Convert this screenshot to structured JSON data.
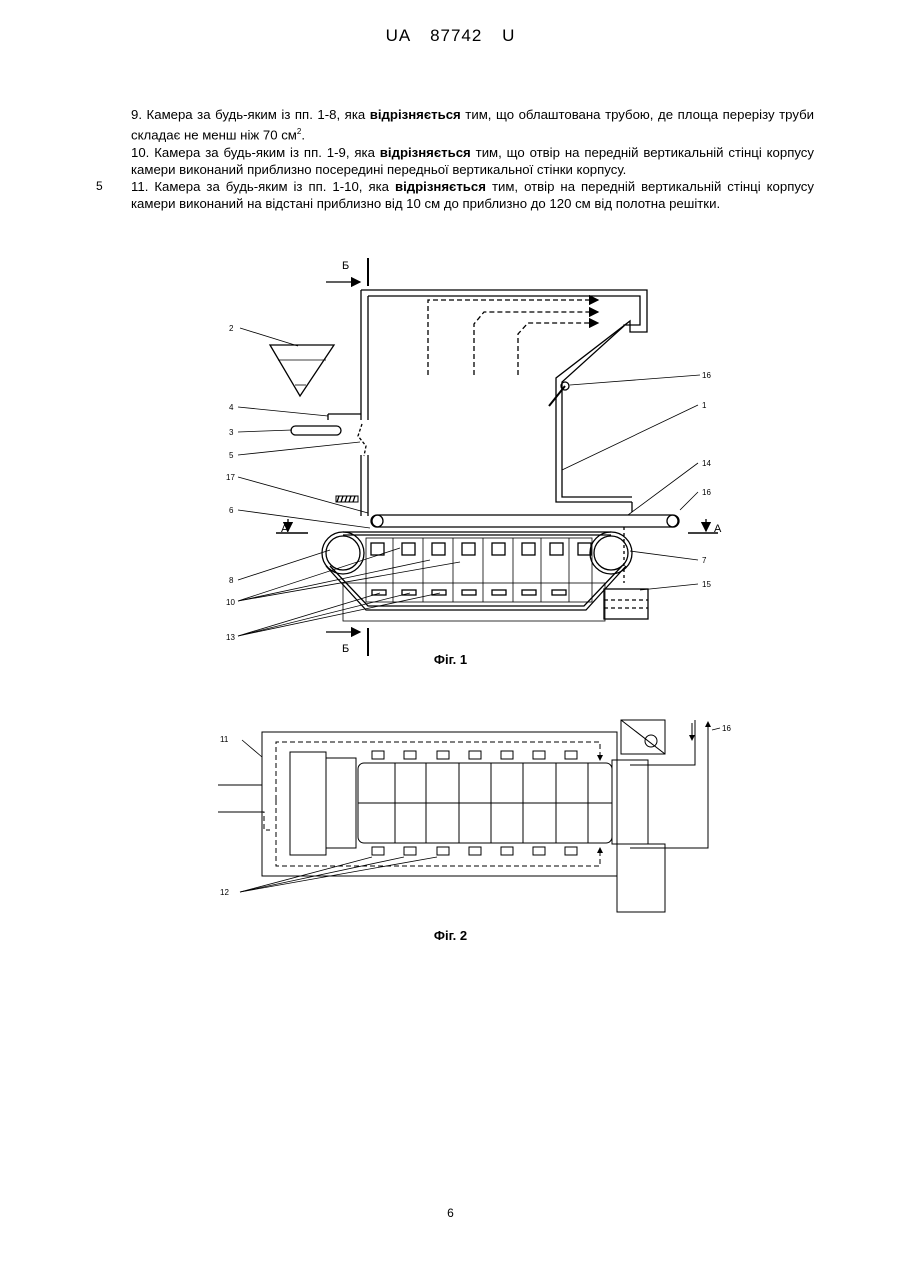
{
  "header": {
    "country": "UA",
    "number": "87742",
    "kind": "U"
  },
  "claims": [
    {
      "pre": "9. Камера за будь-яким із пп. 1-8, яка ",
      "bold": "відрізняється",
      "post": " тим, що облаштована трубою, де площа перерізу труби складає не менш ніж 70 см",
      "sup": "2",
      "tail": "."
    },
    {
      "pre": "10. Камера за будь-яким із пп. 1-9, яка ",
      "bold": "відрізняється",
      "post": " тим, що отвір на передній вертикальній стінці корпусу камери виконаний приблизно посередині передньої вертикальної стінки корпусу."
    },
    {
      "pre": "11. Камера за будь-яким із пп. 1-10, яка ",
      "bold": "відрізняється",
      "post": " тим, отвір на передній вертикальній стінці корпусу камери виконаний на відстані приблизно від 10 см до приблизно до 120 см від полотна решітки."
    }
  ],
  "line_number": "5",
  "figure1": {
    "caption": "Фіг. 1",
    "section_labels": {
      "b_top": "Б",
      "b_bottom": "Б",
      "a_left": "А",
      "a_right": "А"
    },
    "ref_labels": {
      "r2": "2",
      "r4": "4",
      "r3": "3",
      "r5": "5",
      "r17": "17",
      "r6": "6",
      "r8": "8",
      "r10": "10",
      "r13": "13",
      "r16a": "16",
      "r1": "1",
      "r14": "14",
      "r16b": "16",
      "r7": "7",
      "r15": "15"
    }
  },
  "figure2": {
    "caption": "Фіг. 2",
    "ref_labels": {
      "r11": "11",
      "r12": "12",
      "r16": "16"
    }
  },
  "page_number": "6"
}
